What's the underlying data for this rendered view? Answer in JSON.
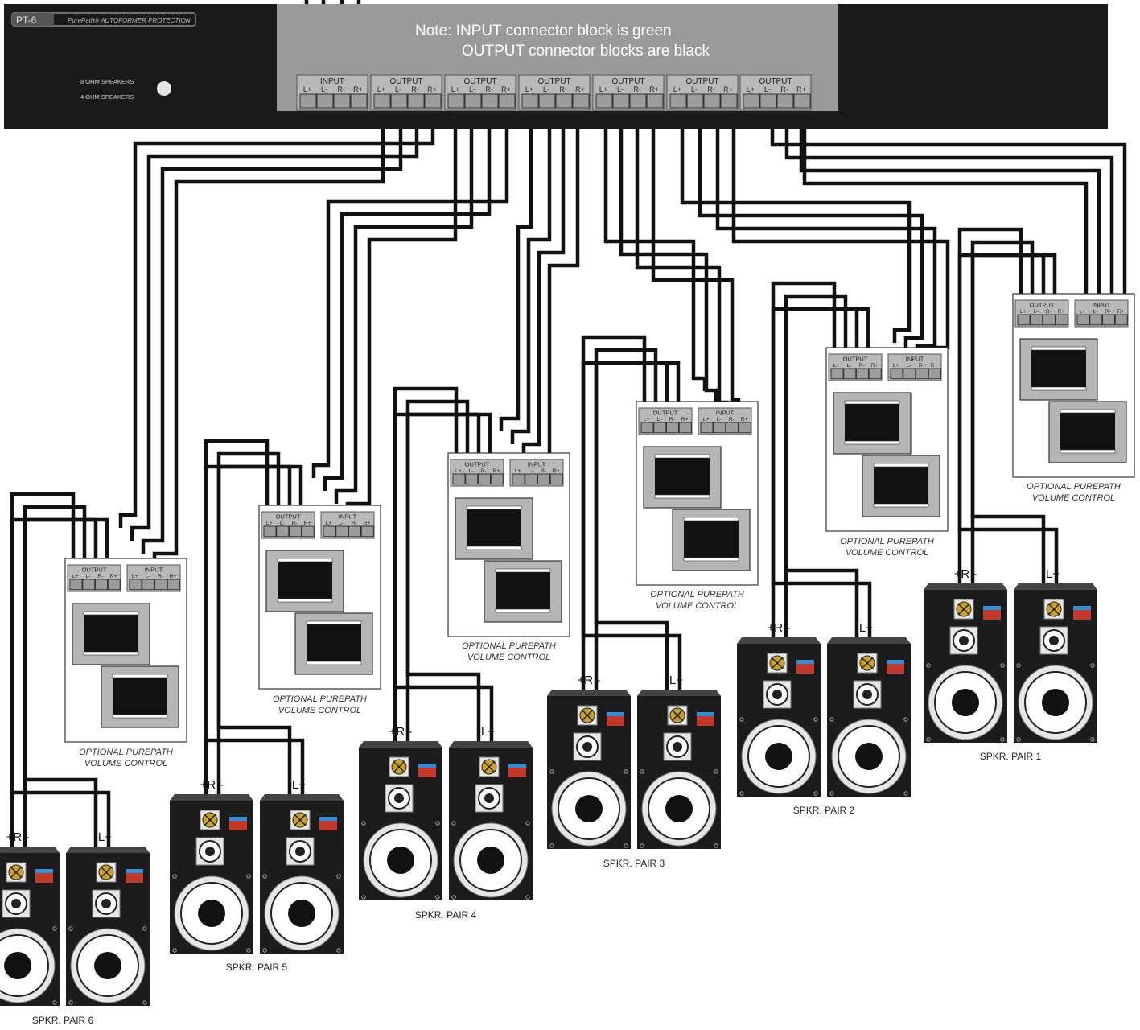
{
  "amp": {
    "model": "PT-6",
    "brand_label": "PurePath® AUTOFORMER PROTECTION",
    "switch_8ohm": "8 OHM SPEAKERS",
    "switch_4ohm": "4 OHM SPEAKERS",
    "note_line1": "Note: INPUT connector block is green",
    "note_line2": "OUTPUT connector blocks are black",
    "input_block_label": "INPUT",
    "output_block_label": "OUTPUT",
    "terminals": [
      "L+",
      "L-",
      "R-",
      "R+"
    ]
  },
  "volume_control": {
    "output_label": "OUTPUT",
    "input_label": "INPUT",
    "caption_line1": "OPTIONAL PUREPATH",
    "caption_line2": "VOLUME CONTROL"
  },
  "speaker_pairs": [
    {
      "name": "SPKR. PAIR 6",
      "right_label": "+R -",
      "left_label": "-L+"
    },
    {
      "name": "SPKR. PAIR 5",
      "right_label": "+R -",
      "left_label": "-L+"
    },
    {
      "name": "SPKR. PAIR 4",
      "right_label": "+R -",
      "left_label": "-L+"
    },
    {
      "name": "SPKR. PAIR 3",
      "right_label": "+R -",
      "left_label": "-L+"
    },
    {
      "name": "SPKR. PAIR 2",
      "right_label": "+R -",
      "left_label": "-L+"
    },
    {
      "name": "SPKR. PAIR 1",
      "right_label": "+R -",
      "left_label": "-L+"
    }
  ],
  "colors": {
    "amp_body": "#1a1a1a",
    "amp_panel": "#9a9a9a",
    "terminal_gray": "#b9b9b9",
    "wire": "#111111",
    "speaker_body": "#1c1c1c",
    "tweeter_accent": "#c9a227",
    "meter_blue": "#2f8fd8",
    "meter_red": "#c0392b"
  }
}
